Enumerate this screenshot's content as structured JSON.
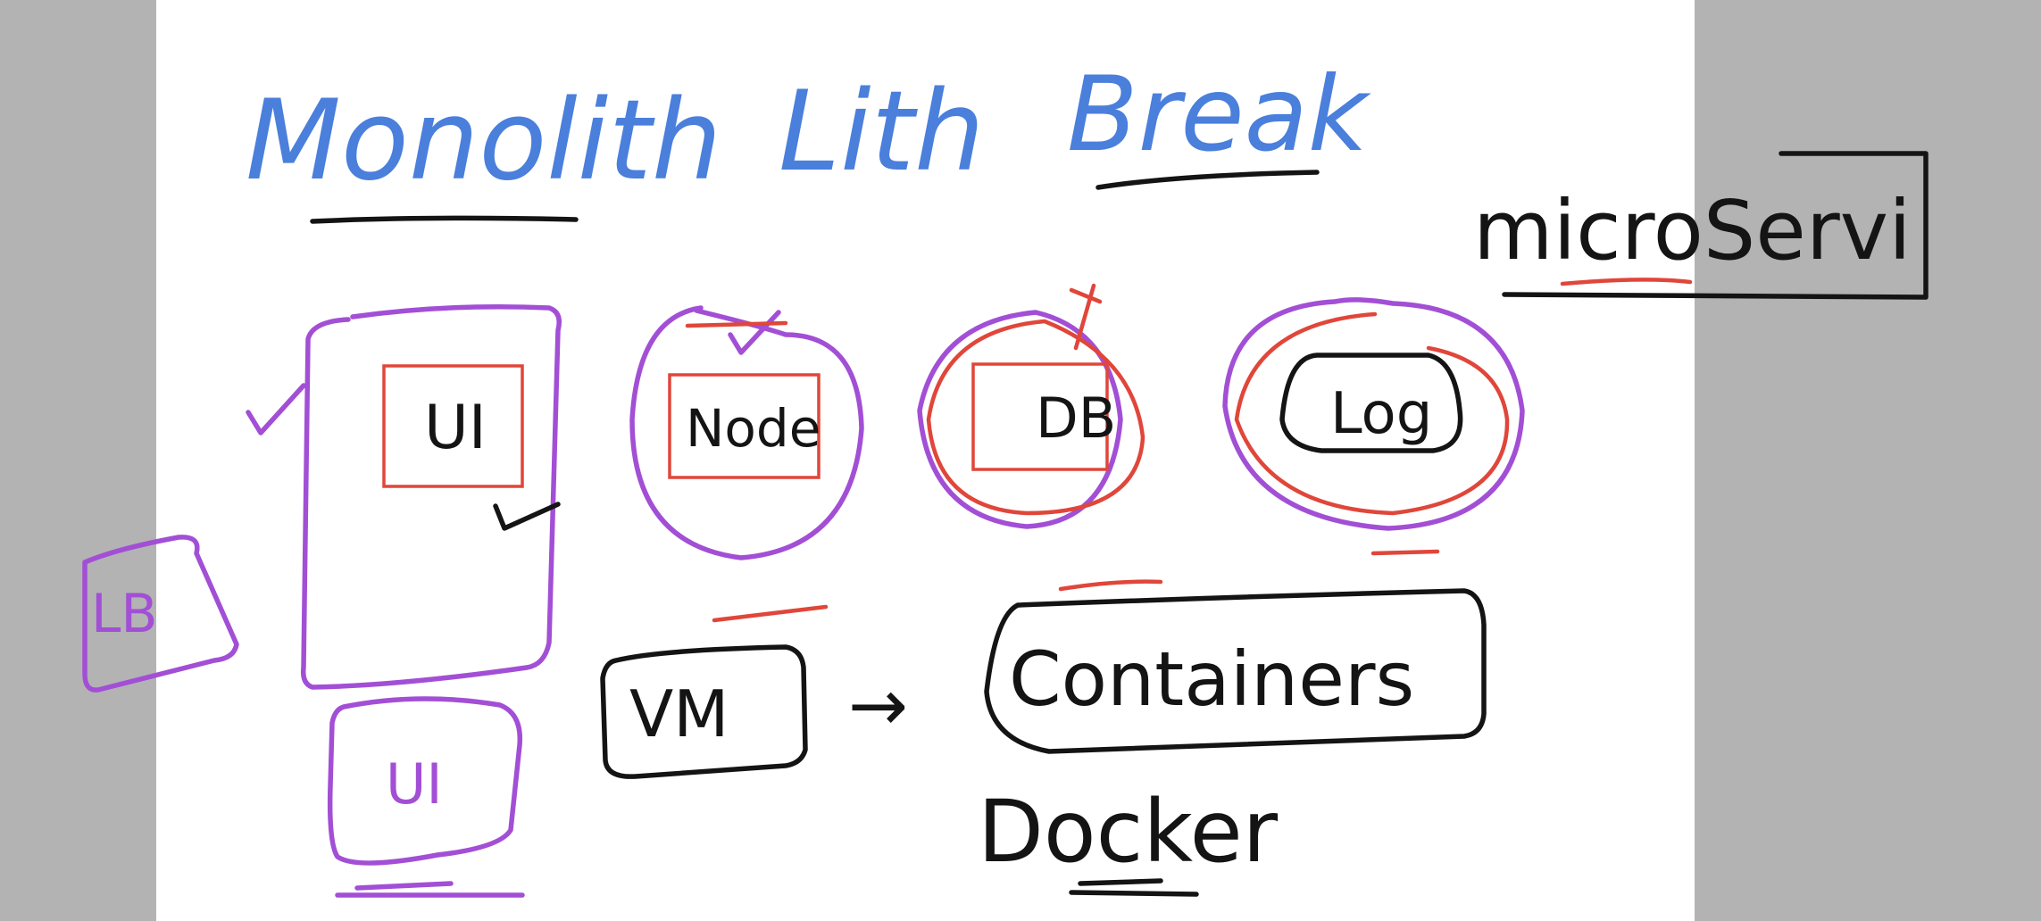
{
  "canvas": {
    "background_color": "#b3b3b3",
    "page_color": "#ffffff"
  },
  "colors": {
    "blue_ink": "#4a7fdc",
    "black_ink": "#141414",
    "purple_ink": "#a24fd6",
    "red_ink": "#e0463a"
  },
  "heading": {
    "word1": "Monolith",
    "word2": "Lith",
    "word3": "Break"
  },
  "side_note": "microServi",
  "boxes": {
    "ui": "UI",
    "node": "Node",
    "db": "DB",
    "log": "Log",
    "lb": "LB",
    "ui_small": "UI"
  },
  "bottom": {
    "vm": "VM",
    "arrow": "→",
    "containers": "Containers",
    "docker": "Docker"
  }
}
